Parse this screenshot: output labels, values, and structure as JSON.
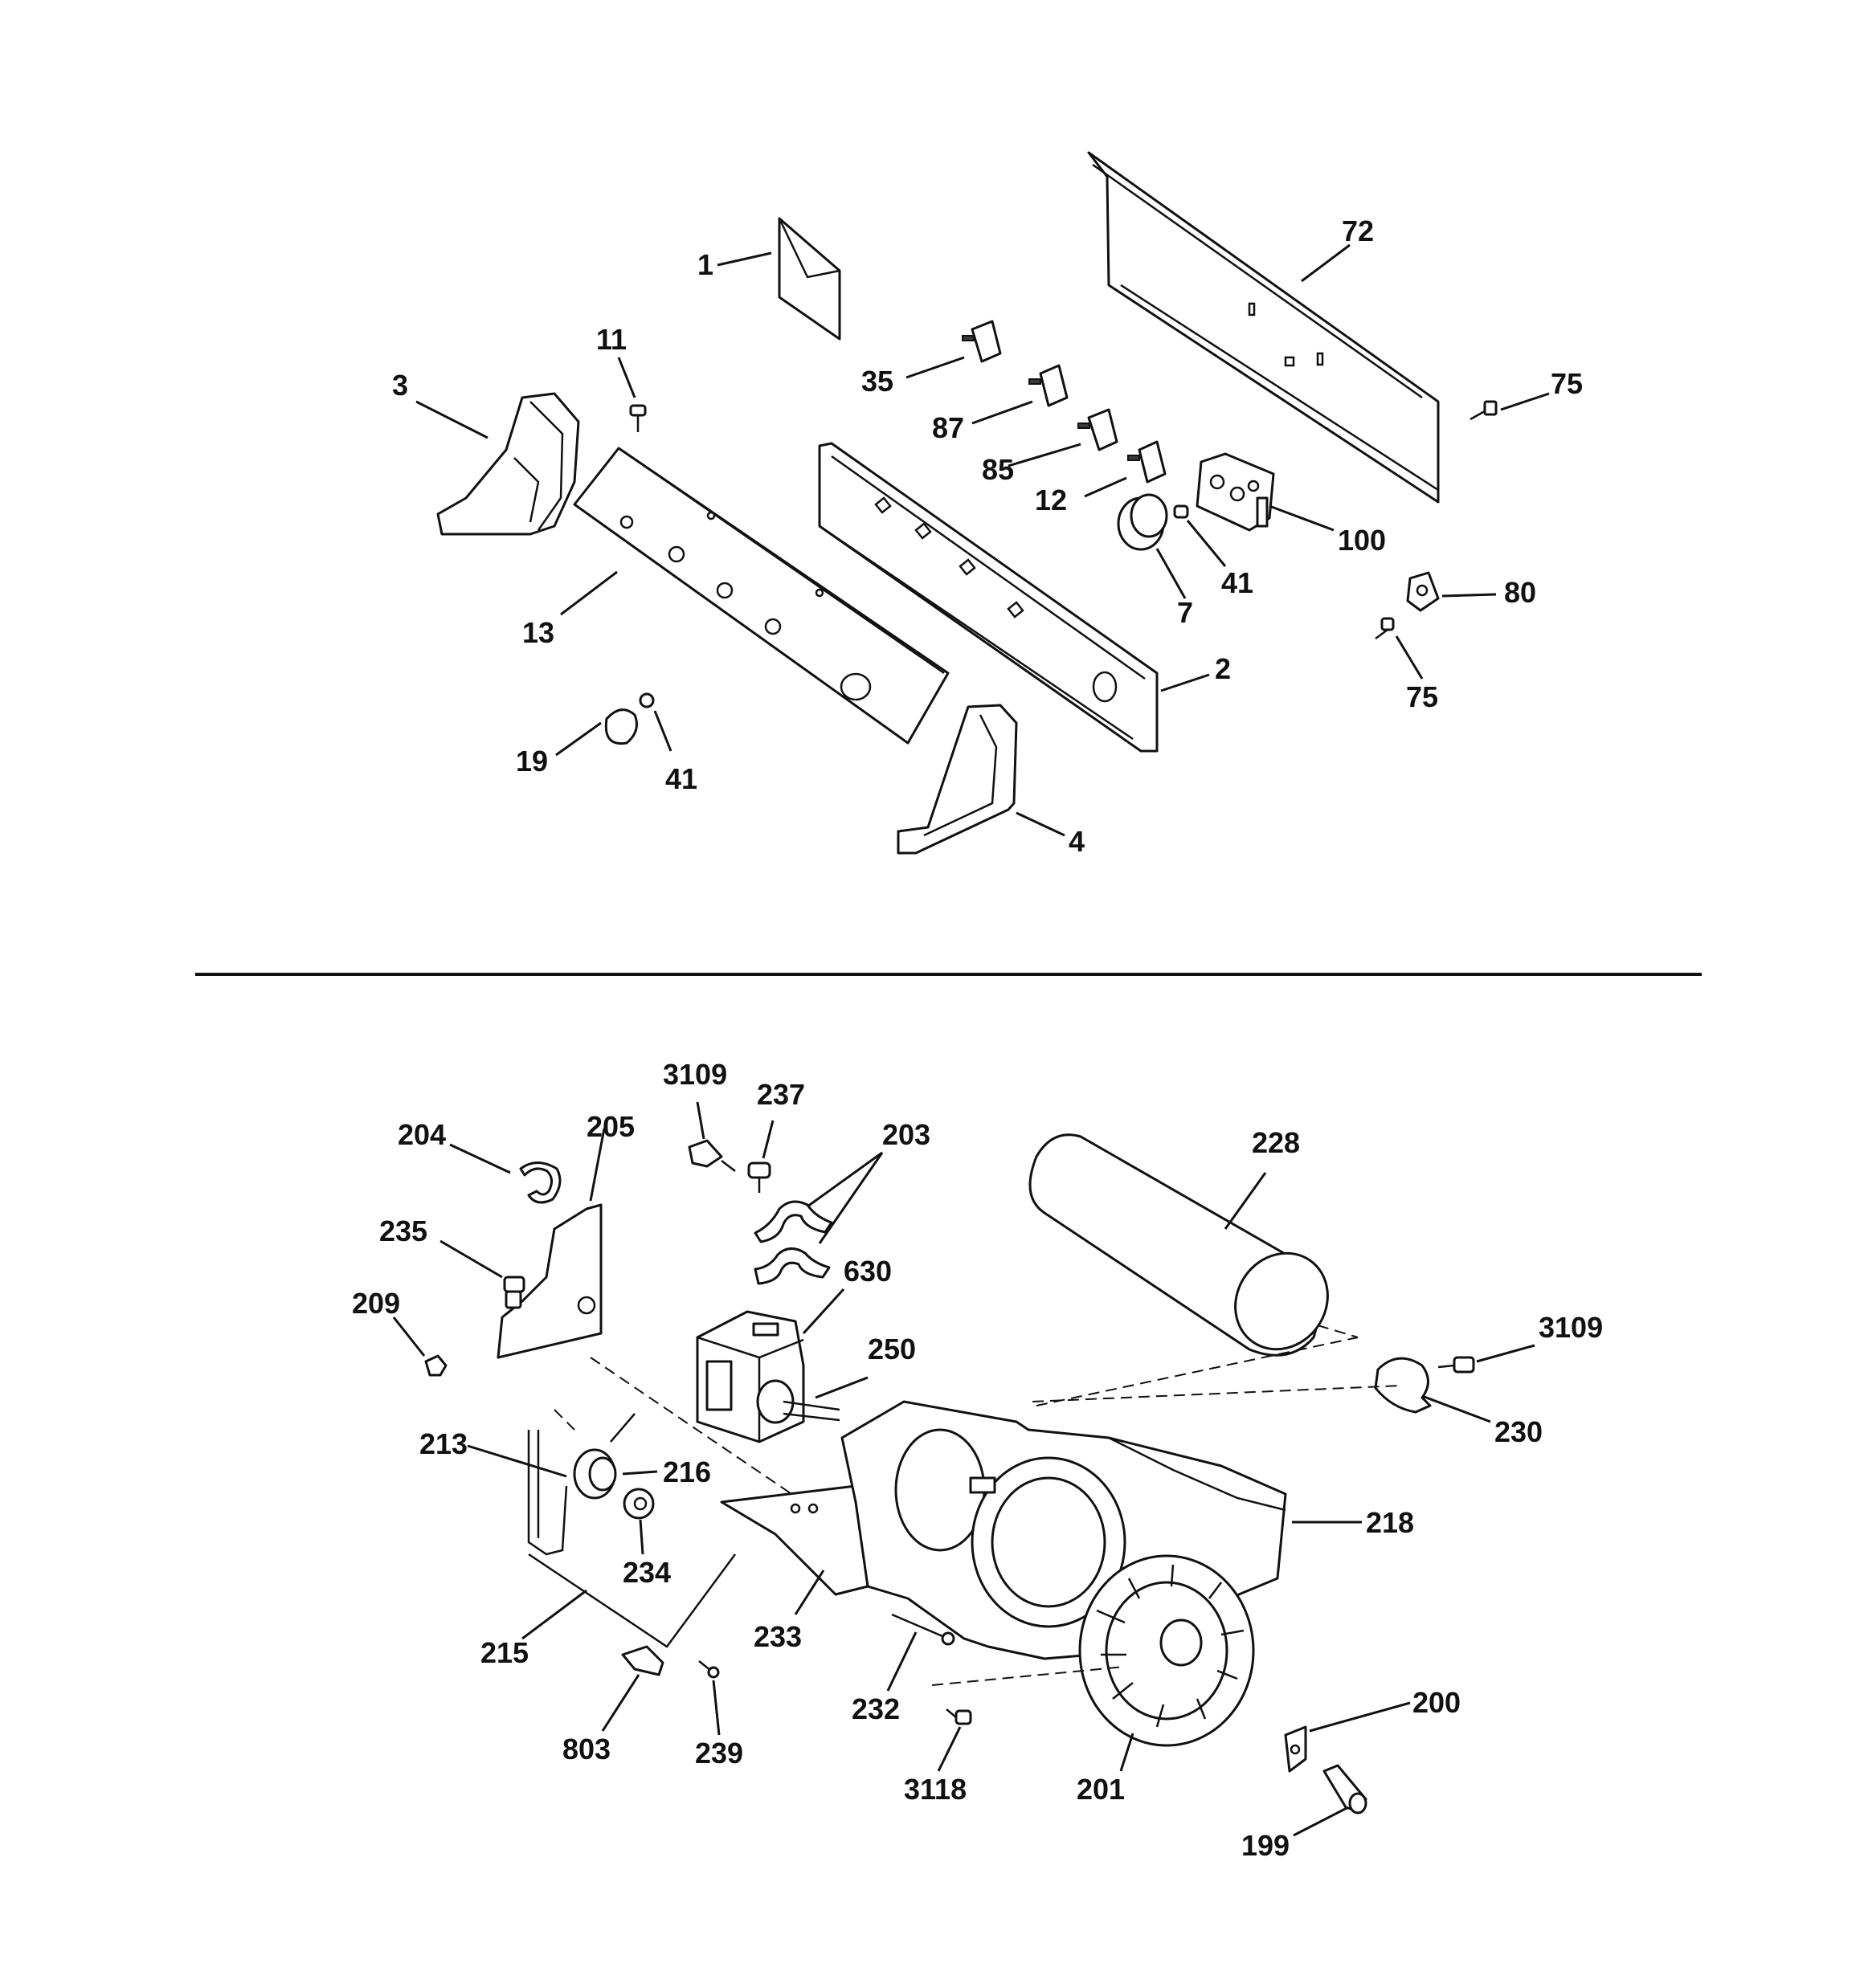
{
  "labels": {
    "p1": "1",
    "p72": "72",
    "p11": "11",
    "p3": "3",
    "p35": "35",
    "p75a": "75",
    "p87": "87",
    "p85": "85",
    "p12": "12",
    "p100": "100",
    "p41a": "41",
    "p7": "7",
    "p80": "80",
    "p13": "13",
    "p75b": "75",
    "p2": "2",
    "p19": "19",
    "p41b": "41",
    "p4": "4",
    "p3109a": "3109",
    "p237": "237",
    "p203": "203",
    "p204": "204",
    "p205": "205",
    "p228": "228",
    "p235": "235",
    "p630": "630",
    "p209": "209",
    "p250": "250",
    "p3109b": "3109",
    "p230": "230",
    "p213": "213",
    "p216": "216",
    "p218": "218",
    "p234": "234",
    "p233": "233",
    "p215": "215",
    "p232": "232",
    "p200": "200",
    "p803": "803",
    "p239": "239",
    "p3118": "3118",
    "p201": "201",
    "p199": "199"
  }
}
